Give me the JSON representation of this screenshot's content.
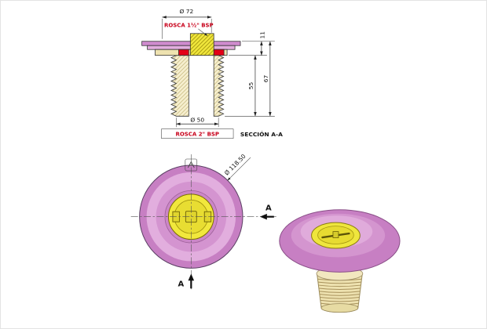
{
  "section_view": {
    "dim_top": "Ø 72",
    "thread_top_label": "ROSCA 1½\" BSP",
    "dim_flange_thickness": "11",
    "dim_thread_length": "55",
    "dim_total_height": "67",
    "dim_bottom": "Ø 50",
    "thread_bottom_label": "ROSCA 2\" BSP",
    "title": "SECCIÓN A-A"
  },
  "front_view": {
    "dim_diameter": "Ø 118.50",
    "marker_right": "A",
    "marker_bottom": "A"
  },
  "colors": {
    "pink": "#c77fc3",
    "pink_light": "#e2aede",
    "yellow": "#f1e73c",
    "cream": "#eee2b0",
    "gasket_red": "#e30016",
    "label_red": "#c8001a",
    "line": "#333333"
  }
}
